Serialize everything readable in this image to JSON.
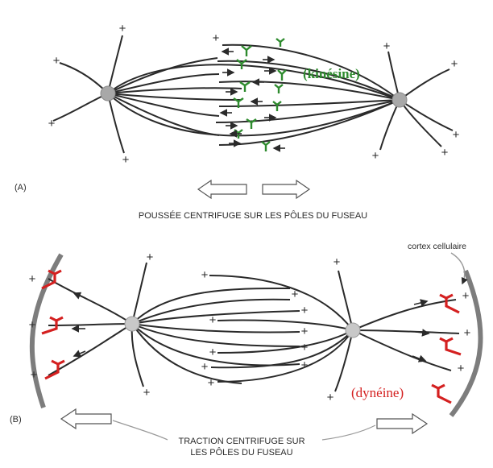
{
  "panel_a": {
    "label": "(A)",
    "motor_label": "(kinésine)",
    "caption": "POUSSÉE CENTRIFUGE SUR LES PÔLES DU FUSEAU",
    "plus": "+"
  },
  "panel_b": {
    "label": "(B)",
    "motor_label": "(dynéine)",
    "cortex_label": "cortex cellulaire",
    "caption_line1": "TRACTION CENTRIFUGE SUR",
    "caption_line2": "LES PÔLES DU FUSEAU",
    "plus": "+"
  },
  "colors": {
    "kinesin": "#2e8b2e",
    "dynein": "#d42020",
    "line": "#2a2a2a",
    "pole": "#a8a8a8",
    "cortex": "#7d7d7d"
  }
}
